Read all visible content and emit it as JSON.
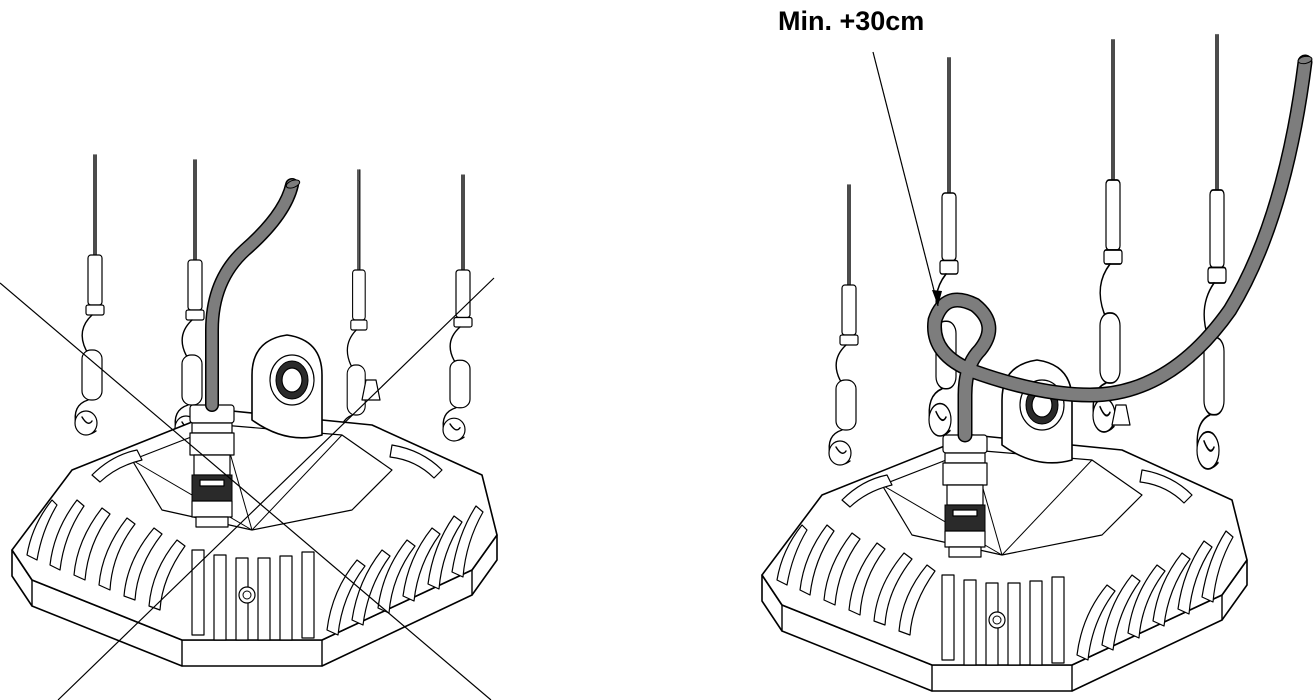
{
  "annotation": {
    "label": "Min. +30cm"
  },
  "colors": {
    "line": "#000000",
    "cable": "#7d7d7d",
    "background": "#ffffff"
  },
  "panels": [
    {
      "name": "incorrect-installation",
      "icon": "cross-mark-icon"
    },
    {
      "name": "correct-installation",
      "icon": "cable-loop-icon"
    }
  ]
}
